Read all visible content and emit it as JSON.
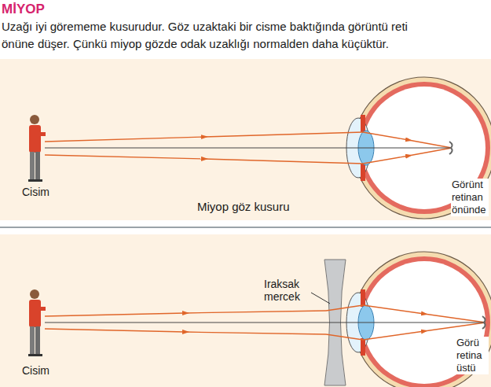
{
  "diagram": {
    "title": "MİYOP",
    "nodes": [
      {
        "text": [
          "Cisim",
          "Görünt retinan önünde",
          "Miyop göz kusuru"
        ]
      },
      {
        "text": [
          "Iraksak mercek",
          "Cisim",
          "Görü retina üstü"
        ]
      }
    ],
    "labels": [
      "Uzağı iyi görememe kusurudur. Göz uzaktaki bir cisme baktığında görüntü reti",
      "önüne düşer. Çünkü miyop gözde odak uzaklığı normalden daha küçüktür."
    ]
  }
}
